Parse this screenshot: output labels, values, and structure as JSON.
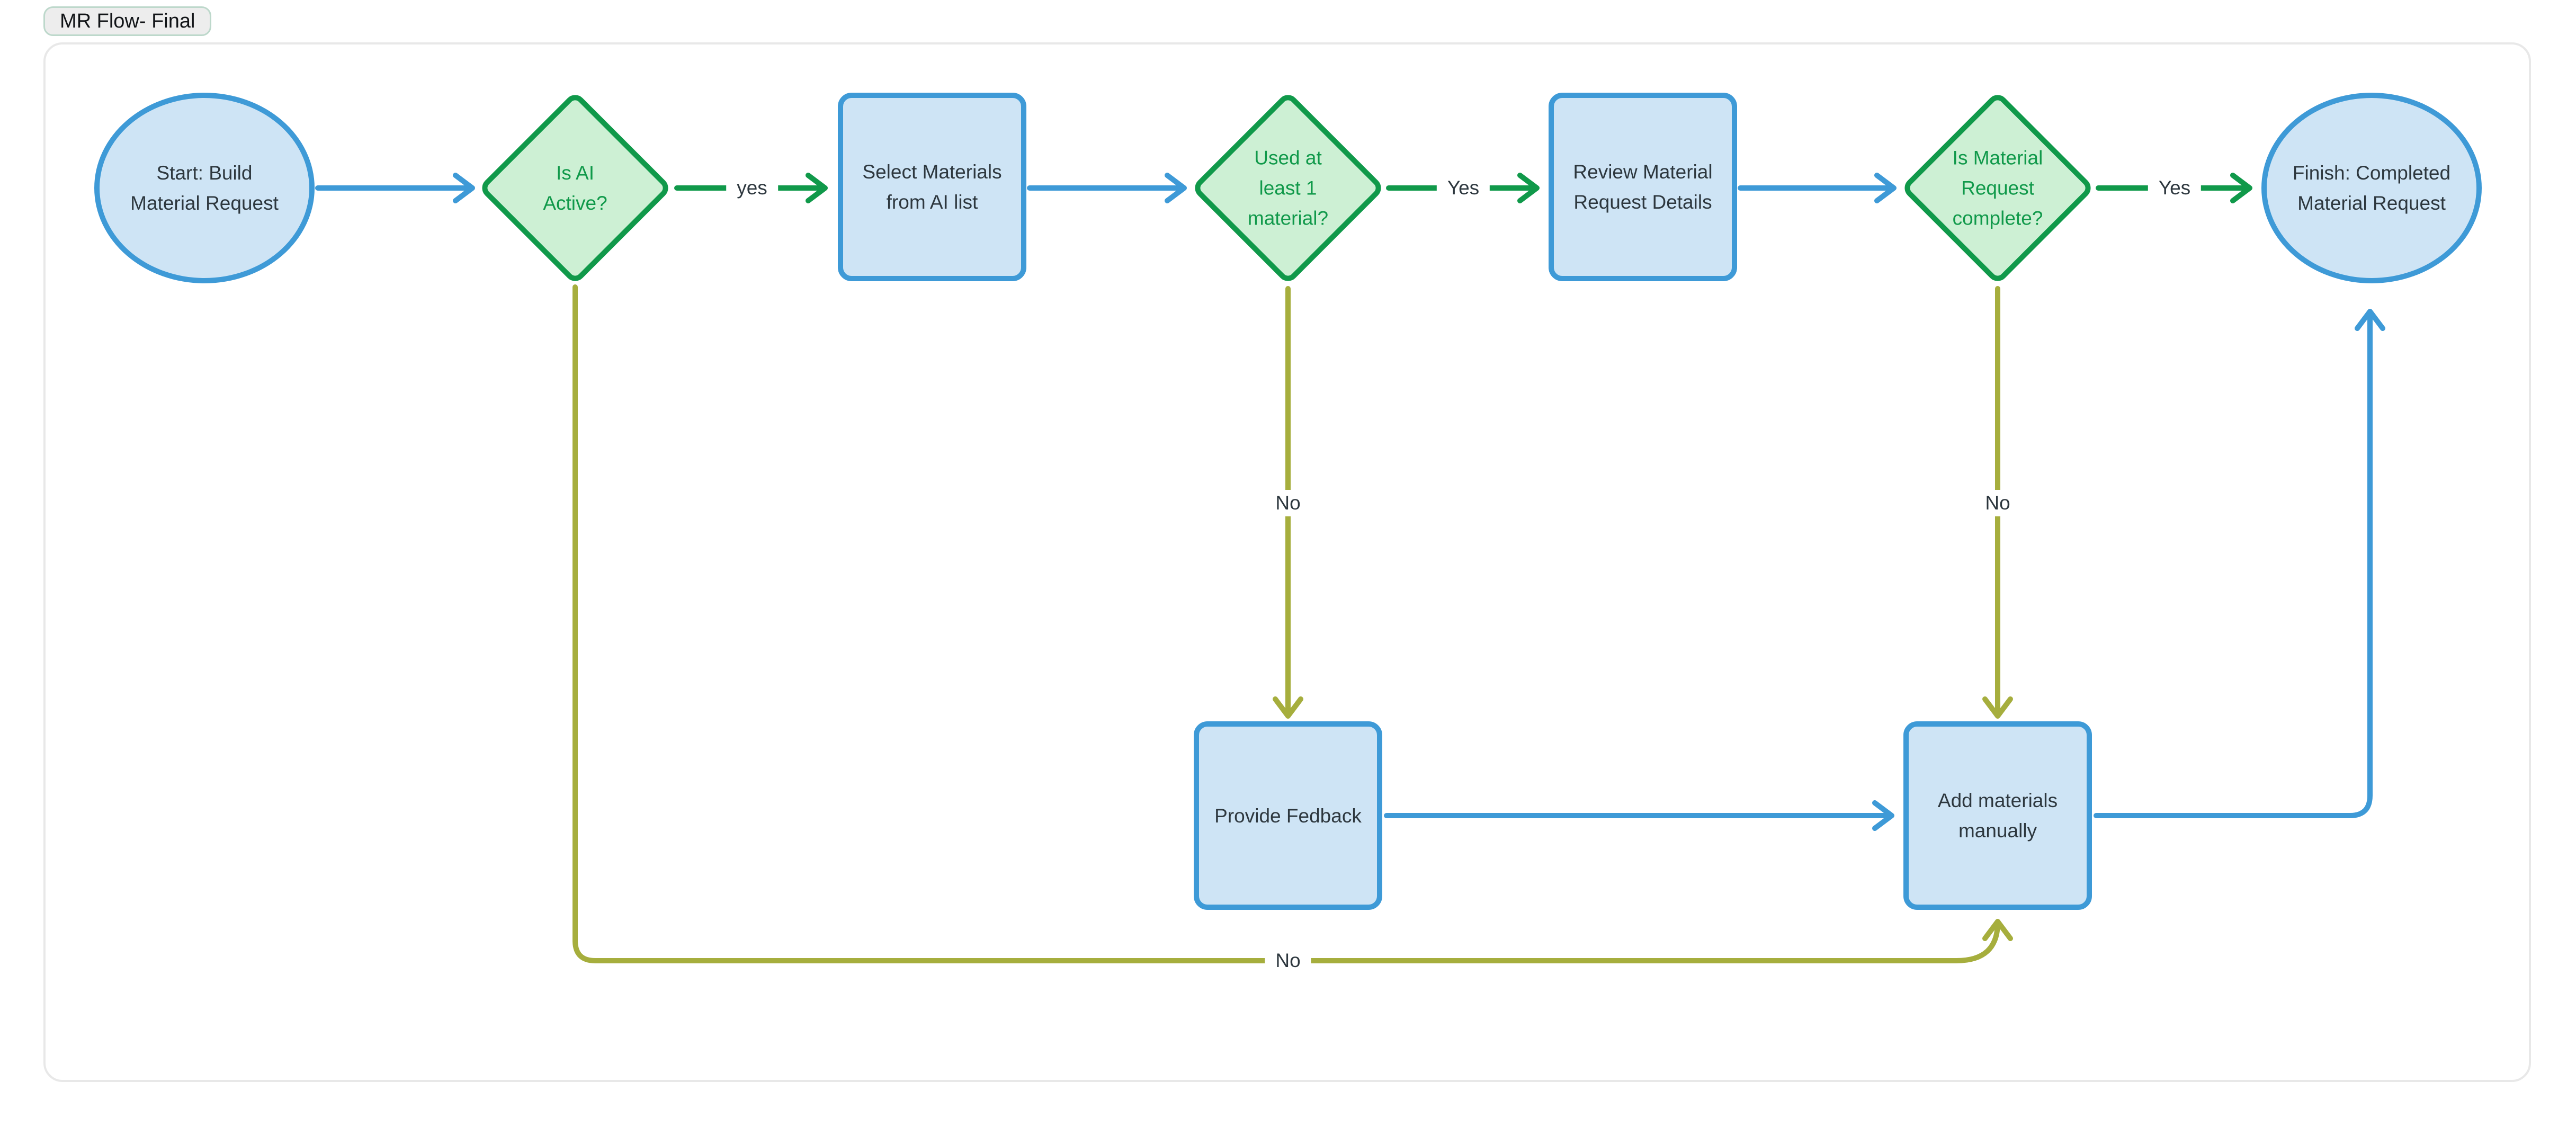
{
  "tab": {
    "label": "MR Flow- Final"
  },
  "colors": {
    "blue_stroke": "#3e9ad7",
    "blue_fill": "#cee4f5",
    "green_stroke": "#10994a",
    "green_fill": "#cdf0d4",
    "olive_stroke": "#a6ae3d",
    "text_dark": "#2d373e",
    "canvas_border": "#e8e8e8",
    "tab_background": "#ededed",
    "tab_border": "#bdd8cb"
  },
  "nodes": {
    "start": {
      "type": "ellipse",
      "label": [
        "Start: Build",
        "Material Request"
      ]
    },
    "is_ai_active": {
      "type": "diamond",
      "label": [
        "Is AI",
        "Active?"
      ]
    },
    "select_materials": {
      "type": "rectangle",
      "label": [
        "Select Materials",
        "from AI list"
      ]
    },
    "used_material": {
      "type": "diamond",
      "label": [
        "Used at",
        "least 1",
        "material?"
      ]
    },
    "review_details": {
      "type": "rectangle",
      "label": [
        "Review Material",
        "Request Details"
      ]
    },
    "is_complete": {
      "type": "diamond",
      "label": [
        "Is Material",
        "Request",
        "complete?"
      ]
    },
    "finish": {
      "type": "ellipse",
      "label": [
        "Finish: Completed",
        "Material Request"
      ]
    },
    "provide_feedback": {
      "type": "rectangle",
      "label": [
        "Provide Fedback"
      ]
    },
    "add_manually": {
      "type": "rectangle",
      "label": [
        "Add materials",
        "manually"
      ]
    }
  },
  "edge_labels": {
    "ai_yes": "yes",
    "used_yes": "Yes",
    "complete_yes": "Yes",
    "used_no": "No",
    "complete_no": "No",
    "ai_no": "No"
  }
}
